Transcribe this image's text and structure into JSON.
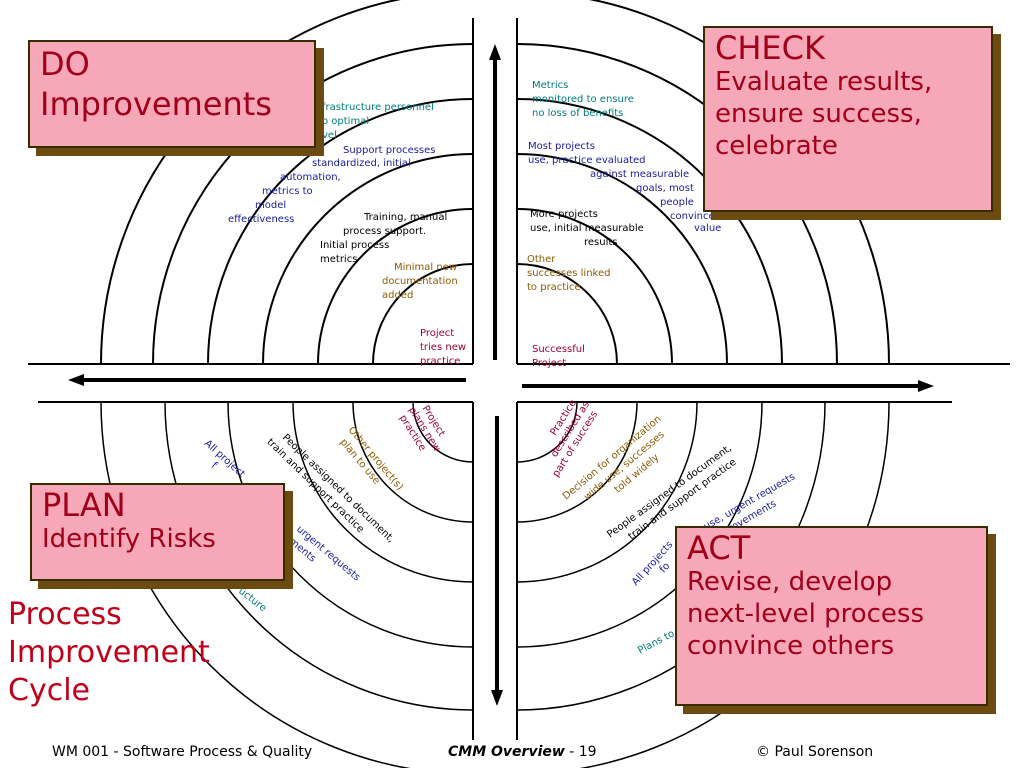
{
  "colors": {
    "box_fill": "#f7a8b8",
    "box_text": "#a0001a",
    "title_red": "#c0001a",
    "blue": "#1a1aa0",
    "brown": "#8a5a00",
    "maroon": "#a00030",
    "teal": "#007a7a"
  },
  "boxes": {
    "do": {
      "head": "DO",
      "body": "Improvements"
    },
    "check": {
      "head": "CHECK",
      "line1": "Evaluate results,",
      "line2": "ensure success,",
      "line3": "celebrate"
    },
    "plan": {
      "head": "PLAN",
      "body": "Identify Risks"
    },
    "act": {
      "head": "ACT",
      "line1": "Revise, develop",
      "line2": "next-level process",
      "line3": "convince others"
    }
  },
  "title": {
    "line1": "Process",
    "line2": "Improvement",
    "line3": "Cycle"
  },
  "quadrants": {
    "do": {
      "l1": "frastructure personnel",
      "l2": "o optimal",
      "l3": "vel",
      "l4": "Support processes",
      "l5": "standardized, initial",
      "l6": "automation,",
      "l7": "metrics to",
      "l8": "model",
      "l9": "effectiveness",
      "l10": "Training, manual",
      "l11": "process support.",
      "l12": "Initial process",
      "l13": "metrics",
      "l14": "Minimal new",
      "l15": "documentation",
      "l16": "added",
      "l17": "Project",
      "l18": "tries new",
      "l19": "practice"
    },
    "check": {
      "l1": "Metrics",
      "l2": "monitored to ensure",
      "l3": "no loss of benefits",
      "l4": "Most projects",
      "l5": "use, practice evaluated",
      "l6": "against measurable",
      "l7": "goals, most",
      "l8": "people",
      "l9": "convinced of",
      "l10": "value",
      "l11": "More projects",
      "l12": "use, initial measurable",
      "l13": "results",
      "l14": "Other",
      "l15": "successes linked",
      "l16": "to practice",
      "l17": "Successful",
      "l18": "Project"
    },
    "plan": {
      "l1": "Project",
      "l2": "plans new",
      "l3": "practice",
      "l4": "Other project(s)",
      "l5": "plan to use",
      "l6": "People assigned to document,",
      "l7": "train and support practice",
      "l8": "urgent requests",
      "l9": "ements",
      "l10": "All project",
      "l11": "f",
      "l12": "ucture"
    },
    "act": {
      "l1": "Practice",
      "l2": "described as",
      "l3": "part of success",
      "l4": "Decision for organization",
      "l5": "wide use, successes",
      "l6": "told widely",
      "l7": "People assigned to document,",
      "l8": "train and support practice",
      "l9": "use, urgent requests",
      "l10": "provements",
      "l11": "All projects",
      "l12": "fo",
      "l13": "Plans to"
    }
  },
  "footer": {
    "left": "WM 001 - Software Process & Quality",
    "center_bold": "CMM Overview",
    "center_rest": " - 19",
    "right": "© Paul Sorenson"
  }
}
